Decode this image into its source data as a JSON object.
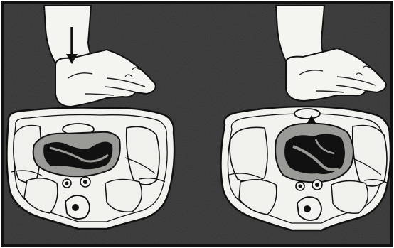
{
  "figure": {
    "panels": [
      {
        "id": "compression",
        "arrow_direction": "down"
      },
      {
        "id": "decompression",
        "arrow_direction": "up"
      }
    ],
    "colors": {
      "background": "#2f2f2f",
      "border": "#1a1a1a",
      "skin": "#f2f2ee",
      "organ_wall": "#9a9a96",
      "heart_cavity": "#101010",
      "lung_fill": "#f0f0ec"
    }
  }
}
